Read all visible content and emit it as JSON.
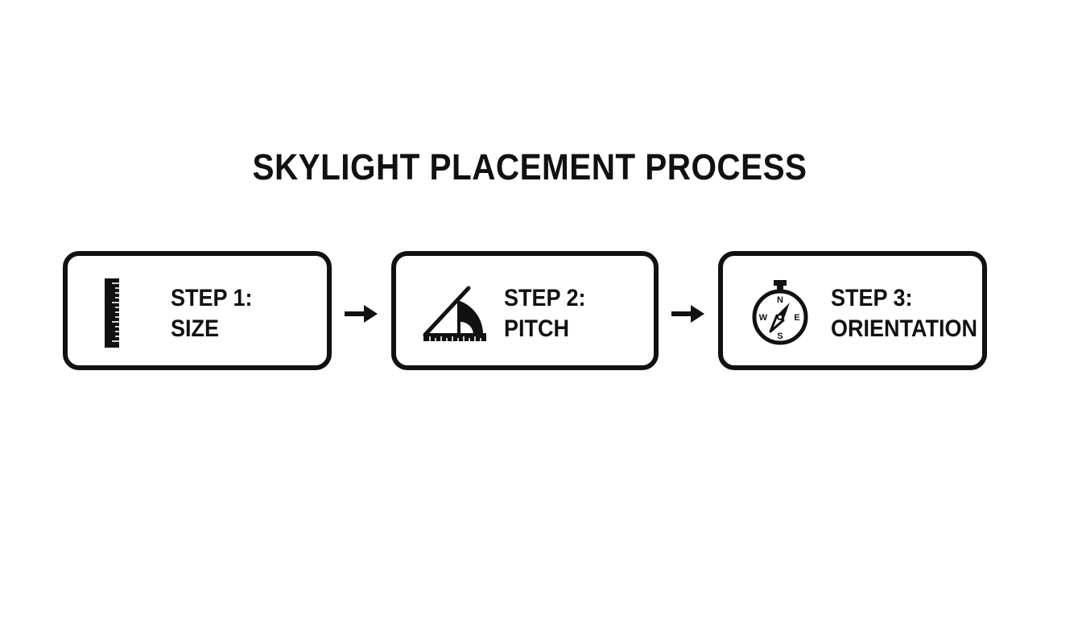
{
  "title": "SKYLIGHT PLACEMENT PROCESS",
  "steps": [
    {
      "number": "STEP 1:",
      "name": "SIZE",
      "icon": "ruler-icon"
    },
    {
      "number": "STEP 2:",
      "name": "PITCH",
      "icon": "protractor-icon"
    },
    {
      "number": "STEP 3:",
      "name": "ORIENTATION",
      "icon": "compass-icon"
    }
  ],
  "compass_letters": {
    "n": "N",
    "e": "E",
    "s": "S",
    "w": "W"
  },
  "colors": {
    "stroke": "#111111",
    "background": "#ffffff"
  }
}
